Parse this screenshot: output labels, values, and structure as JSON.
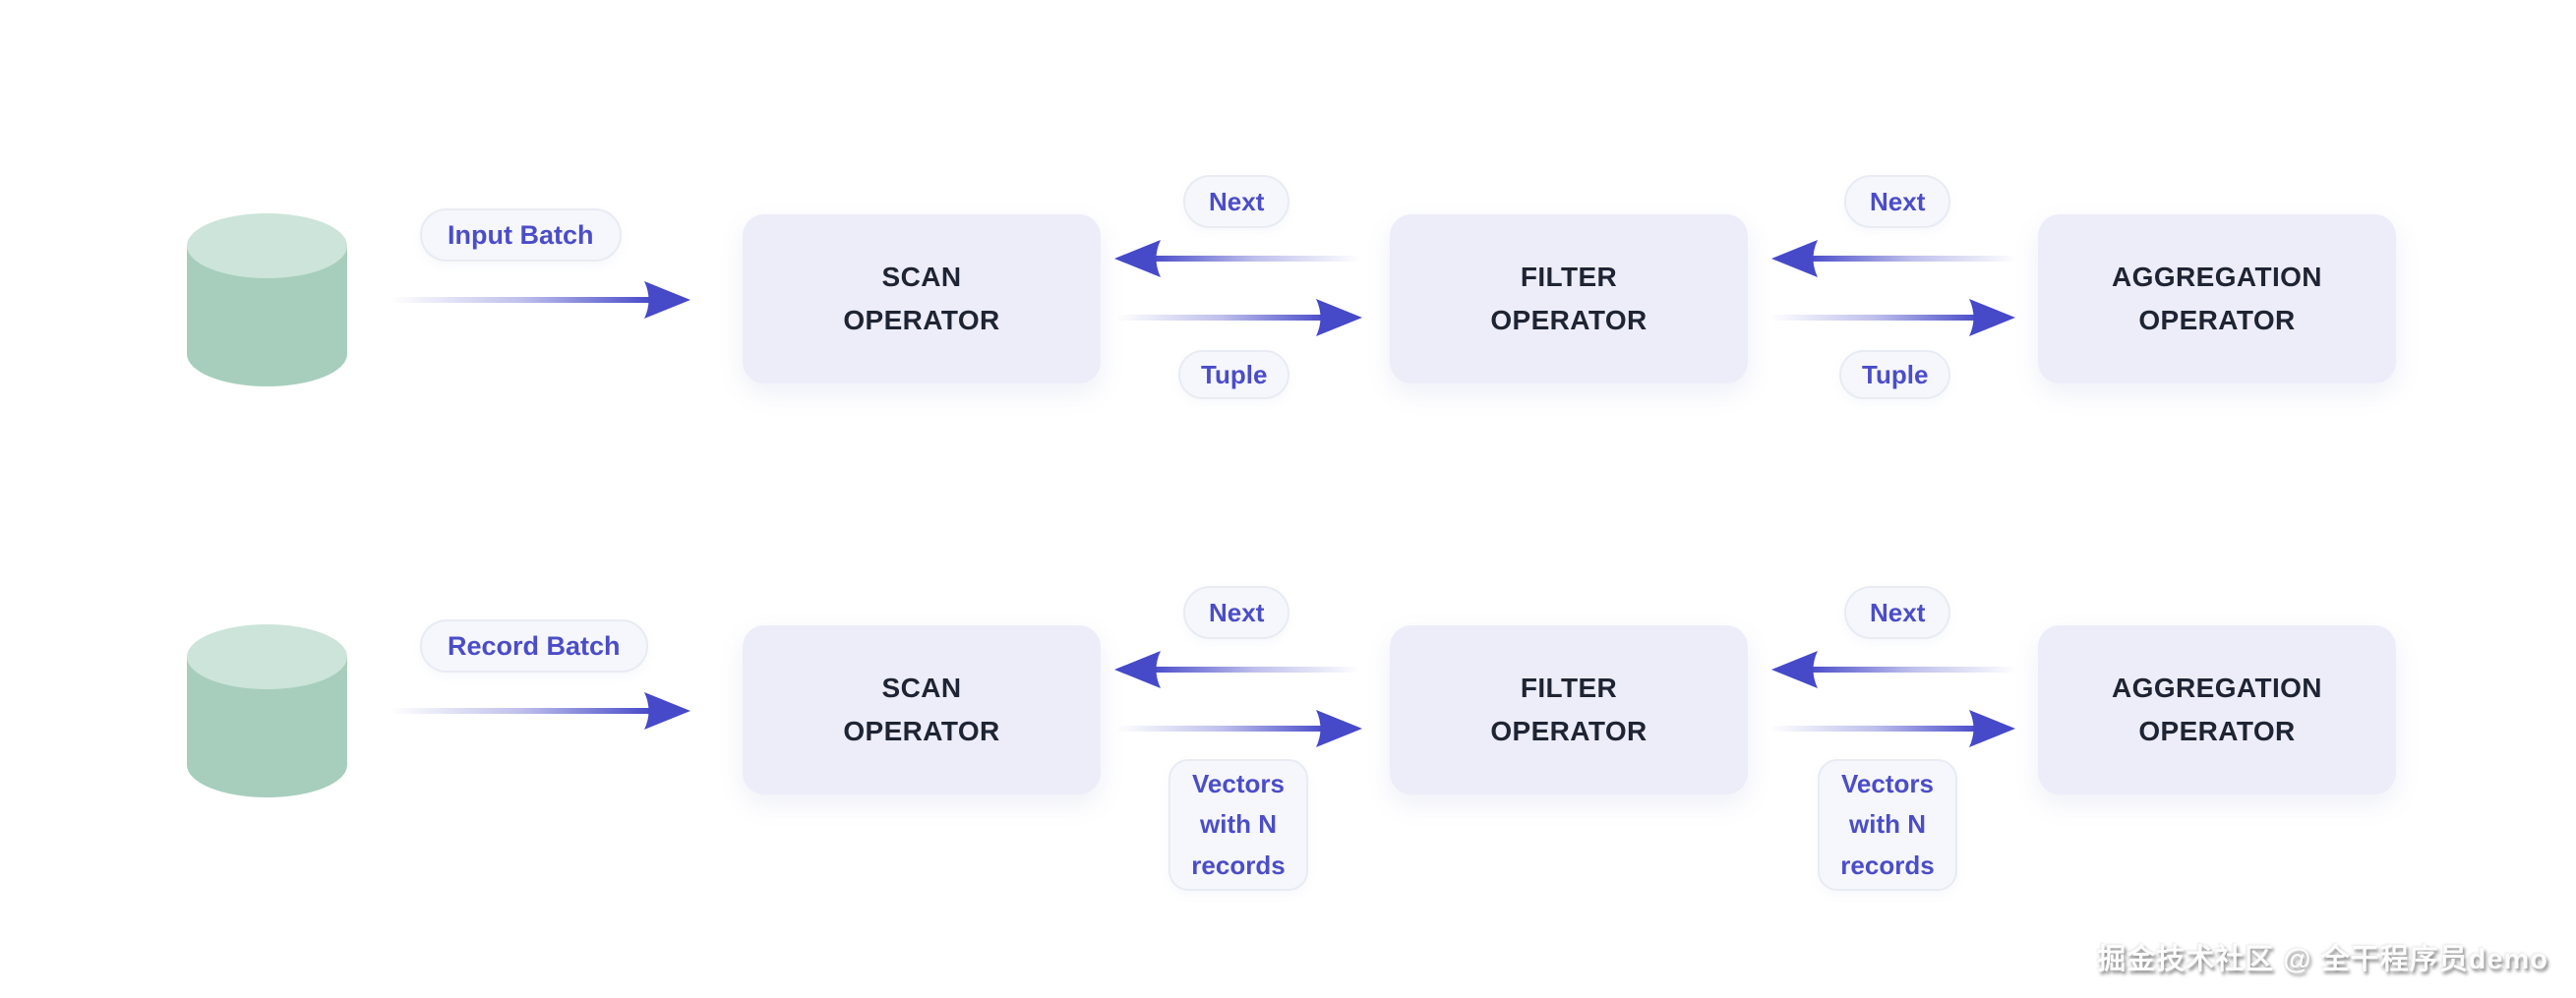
{
  "colors": {
    "arrow": "#4649C8",
    "box_fill": "#ECEDF8",
    "box_text": "#1E2433",
    "pill_fill": "#F6F7FC",
    "pill_border": "#E9EBF4",
    "pill_text": "#4B4DC8",
    "db_top": "#CCE4D9",
    "db_body": "#A7CEBD",
    "page_bg": "#FFFFFF"
  },
  "rows": [
    {
      "source_label": "Input Batch",
      "operators": [
        {
          "line1": "SCAN",
          "line2": "OPERATOR"
        },
        {
          "line1": "FILTER",
          "line2": "OPERATOR"
        },
        {
          "line1": "AGGREGATION",
          "line2": "OPERATOR"
        }
      ],
      "connectors": [
        {
          "top_label": "Next",
          "bottom_lines": [
            "Tuple"
          ]
        },
        {
          "top_label": "Next",
          "bottom_lines": [
            "Tuple"
          ]
        }
      ]
    },
    {
      "source_label": "Record Batch",
      "operators": [
        {
          "line1": "SCAN",
          "line2": "OPERATOR"
        },
        {
          "line1": "FILTER",
          "line2": "OPERATOR"
        },
        {
          "line1": "AGGREGATION",
          "line2": "OPERATOR"
        }
      ],
      "connectors": [
        {
          "top_label": "Next",
          "bottom_lines": [
            "Vectors",
            "with N",
            "records"
          ]
        },
        {
          "top_label": "Next",
          "bottom_lines": [
            "Vectors",
            "with N",
            "records"
          ]
        }
      ]
    }
  ],
  "watermark": "掘金技术社区 @ 全干程序员demo"
}
